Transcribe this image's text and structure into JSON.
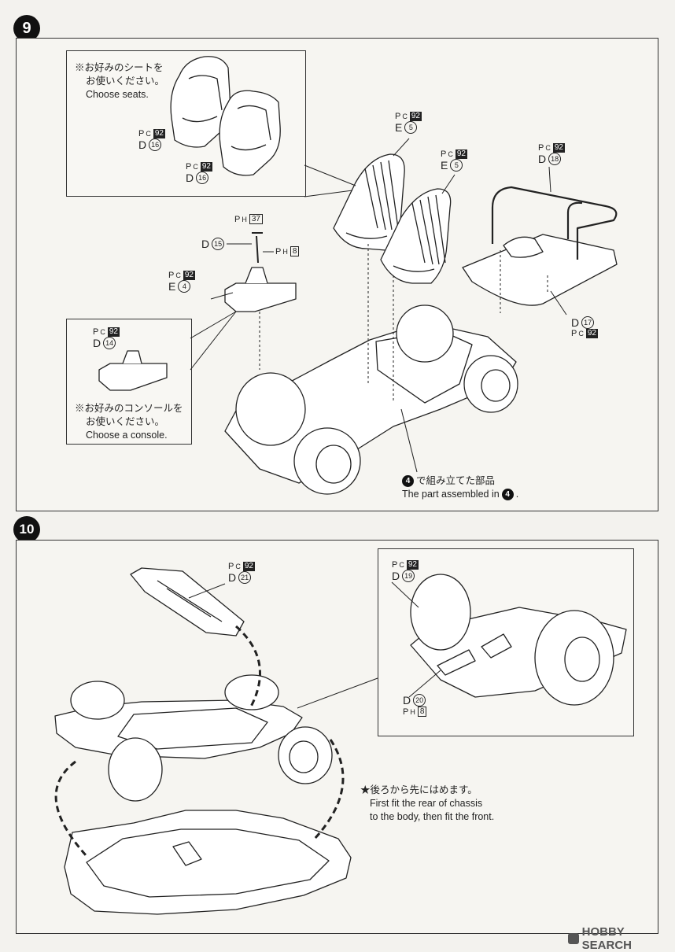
{
  "step9": {
    "number": "9",
    "seat_note": {
      "line1": "※お好みのシートを",
      "line2": "お使いください。",
      "line3": "Choose seats."
    },
    "console_note": {
      "line1": "※お好みのコンソールを",
      "line2": "お使いください。",
      "line3": "Choose a console."
    },
    "assembled_note": {
      "line1": "で組み立てた部品",
      "line2": "The part assembled in",
      "ref_step": "4",
      "period": "."
    },
    "parts": {
      "seat_inset_1": {
        "pc_prefix": "P",
        "pc_sub": "C",
        "pc_num": "92",
        "letter": "D",
        "num": "16"
      },
      "seat_inset_2": {
        "pc_prefix": "P",
        "pc_sub": "C",
        "pc_num": "92",
        "letter": "D",
        "num": "16"
      },
      "seat_1": {
        "pc_prefix": "P",
        "pc_sub": "C",
        "pc_num": "92",
        "letter": "E",
        "num": "5"
      },
      "seat_2": {
        "pc_prefix": "P",
        "pc_sub": "C",
        "pc_num": "92",
        "letter": "E",
        "num": "5"
      },
      "rollbar": {
        "pc_prefix": "P",
        "pc_sub": "C",
        "pc_num": "92",
        "letter": "D",
        "num": "18"
      },
      "rear_deck": {
        "pc_prefix": "P",
        "pc_sub": "C",
        "pc_num": "92",
        "letter": "D",
        "num": "17"
      },
      "shifter_pin": {
        "ph_prefix": "P",
        "ph_sub": "H",
        "ph_num": "37"
      },
      "shifter": {
        "letter": "D",
        "num": "15",
        "ph_prefix": "P",
        "ph_sub": "H",
        "ph_num": "8"
      },
      "console": {
        "pc_prefix": "P",
        "pc_sub": "C",
        "pc_num": "92",
        "letter": "E",
        "num": "4"
      },
      "console_alt": {
        "pc_prefix": "P",
        "pc_sub": "C",
        "pc_num": "92",
        "letter": "D",
        "num": "14"
      }
    }
  },
  "step10": {
    "number": "10",
    "fit_note": {
      "line1": "★後ろから先にはめます。",
      "line2": "First fit the rear of chassis",
      "line3": "to the body, then fit the front."
    },
    "parts": {
      "undertray": {
        "pc_prefix": "P",
        "pc_sub": "C",
        "pc_num": "92",
        "letter": "D",
        "num": "21"
      },
      "muffler_base": {
        "pc_prefix": "P",
        "pc_sub": "C",
        "pc_num": "92",
        "letter": "D",
        "num": "19"
      },
      "muffler_tip": {
        "letter": "D",
        "num": "20",
        "ph_prefix": "P",
        "ph_sub": "H",
        "ph_num": "8"
      }
    }
  },
  "watermark": {
    "text": "HOBBY SEARCH"
  }
}
